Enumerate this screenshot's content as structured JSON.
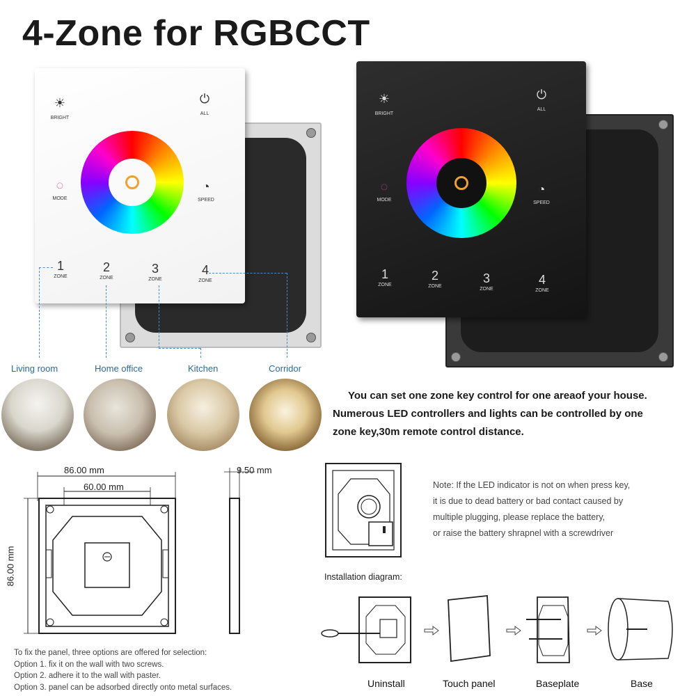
{
  "title": "4-Zone for RGBCCT",
  "panel": {
    "bright_label": "BRIGHT",
    "all_label": "ALL",
    "mode_label": "MODE",
    "speed_label": "SPEED",
    "zone_label": "ZONE",
    "zones": [
      "1",
      "2",
      "3",
      "4"
    ]
  },
  "rooms": [
    "Living room",
    "Home office",
    "Kitchen",
    "Corridor"
  ],
  "description": [
    "You can set one zone key control for one areaof your house.",
    "Numerous LED controllers and lights can be controlled by one",
    "zone key,30m remote control distance."
  ],
  "dimensions": {
    "outer_width": "86.00 mm",
    "inner_width": "60.00 mm",
    "height": "86.00 mm",
    "depth": "9.50 mm"
  },
  "fix_note": [
    "To fix the panel, three options are offered for selection:",
    "Option 1. fix it on the wall with two screws.",
    "Option 2. adhere it to the wall with paster.",
    "Option 3. panel can be adsorbed directly onto metal surfaces."
  ],
  "battery_note": [
    "Note: If the LED indicator is not on when press key,",
    "it is due to dead battery or bad contact caused by",
    "multiple plugging, please replace the battery,",
    "or raise the battery shrapnel with a screwdriver"
  ],
  "installation": {
    "title": "Installation diagram:",
    "steps": [
      "Uninstall",
      "Touch panel",
      "Baseplate",
      "Base"
    ]
  },
  "icons": [
    "brightness-icon",
    "power-icon",
    "mode-icon",
    "speed-icon",
    "arrow-right-icon"
  ]
}
